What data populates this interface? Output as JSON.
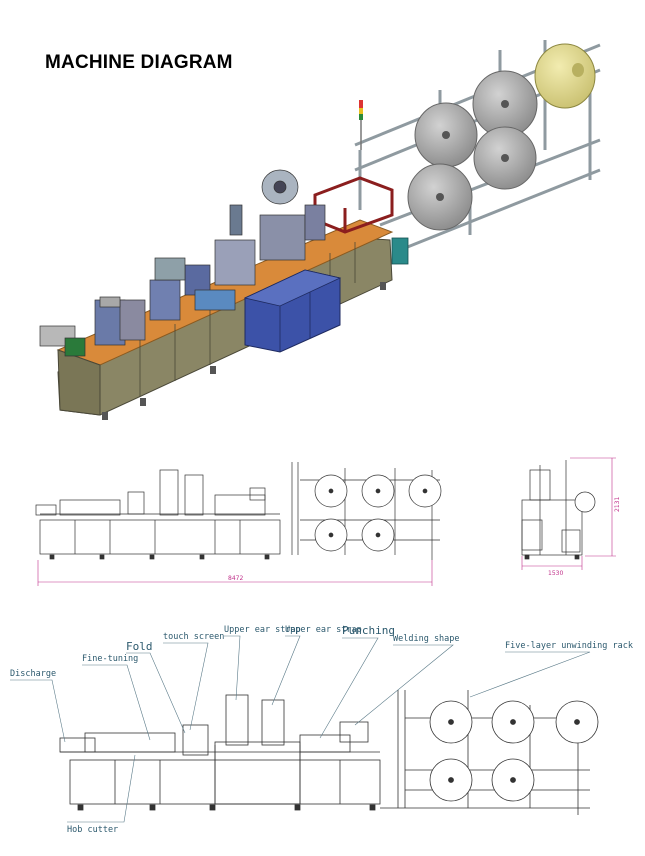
{
  "title": "MACHINE DIAGRAM",
  "front_view": {
    "length_dim": "8472"
  },
  "side_view": {
    "width_dim": "1530",
    "height_dim": "2131"
  },
  "callouts": {
    "discharge": "Discharge",
    "fine_tuning": "Fine-tuning",
    "fold": "Fold",
    "touch_screen": "touch screen",
    "upper_ear_strap_1": "Upper ear strap",
    "upper_ear_strap_2": "Upper ear strap",
    "punching": "Punching",
    "welding_shape": "Welding shape",
    "five_layer_rack": "Five-layer unwinding rack",
    "hob_cutter": "Hob cutter"
  },
  "colors": {
    "frame_olive": "#8a8665",
    "top_plate_orange": "#d98a3a",
    "cabinet_blue": "#3c52a8",
    "material_roll_grey": "#9a9a9a",
    "roll_yellow": "#e4dc8c",
    "red_frame": "#8b1e1e",
    "teal_box": "#2a8a8a",
    "callout_text": "#2d5a6e",
    "dimension_pink": "#c0308a"
  }
}
